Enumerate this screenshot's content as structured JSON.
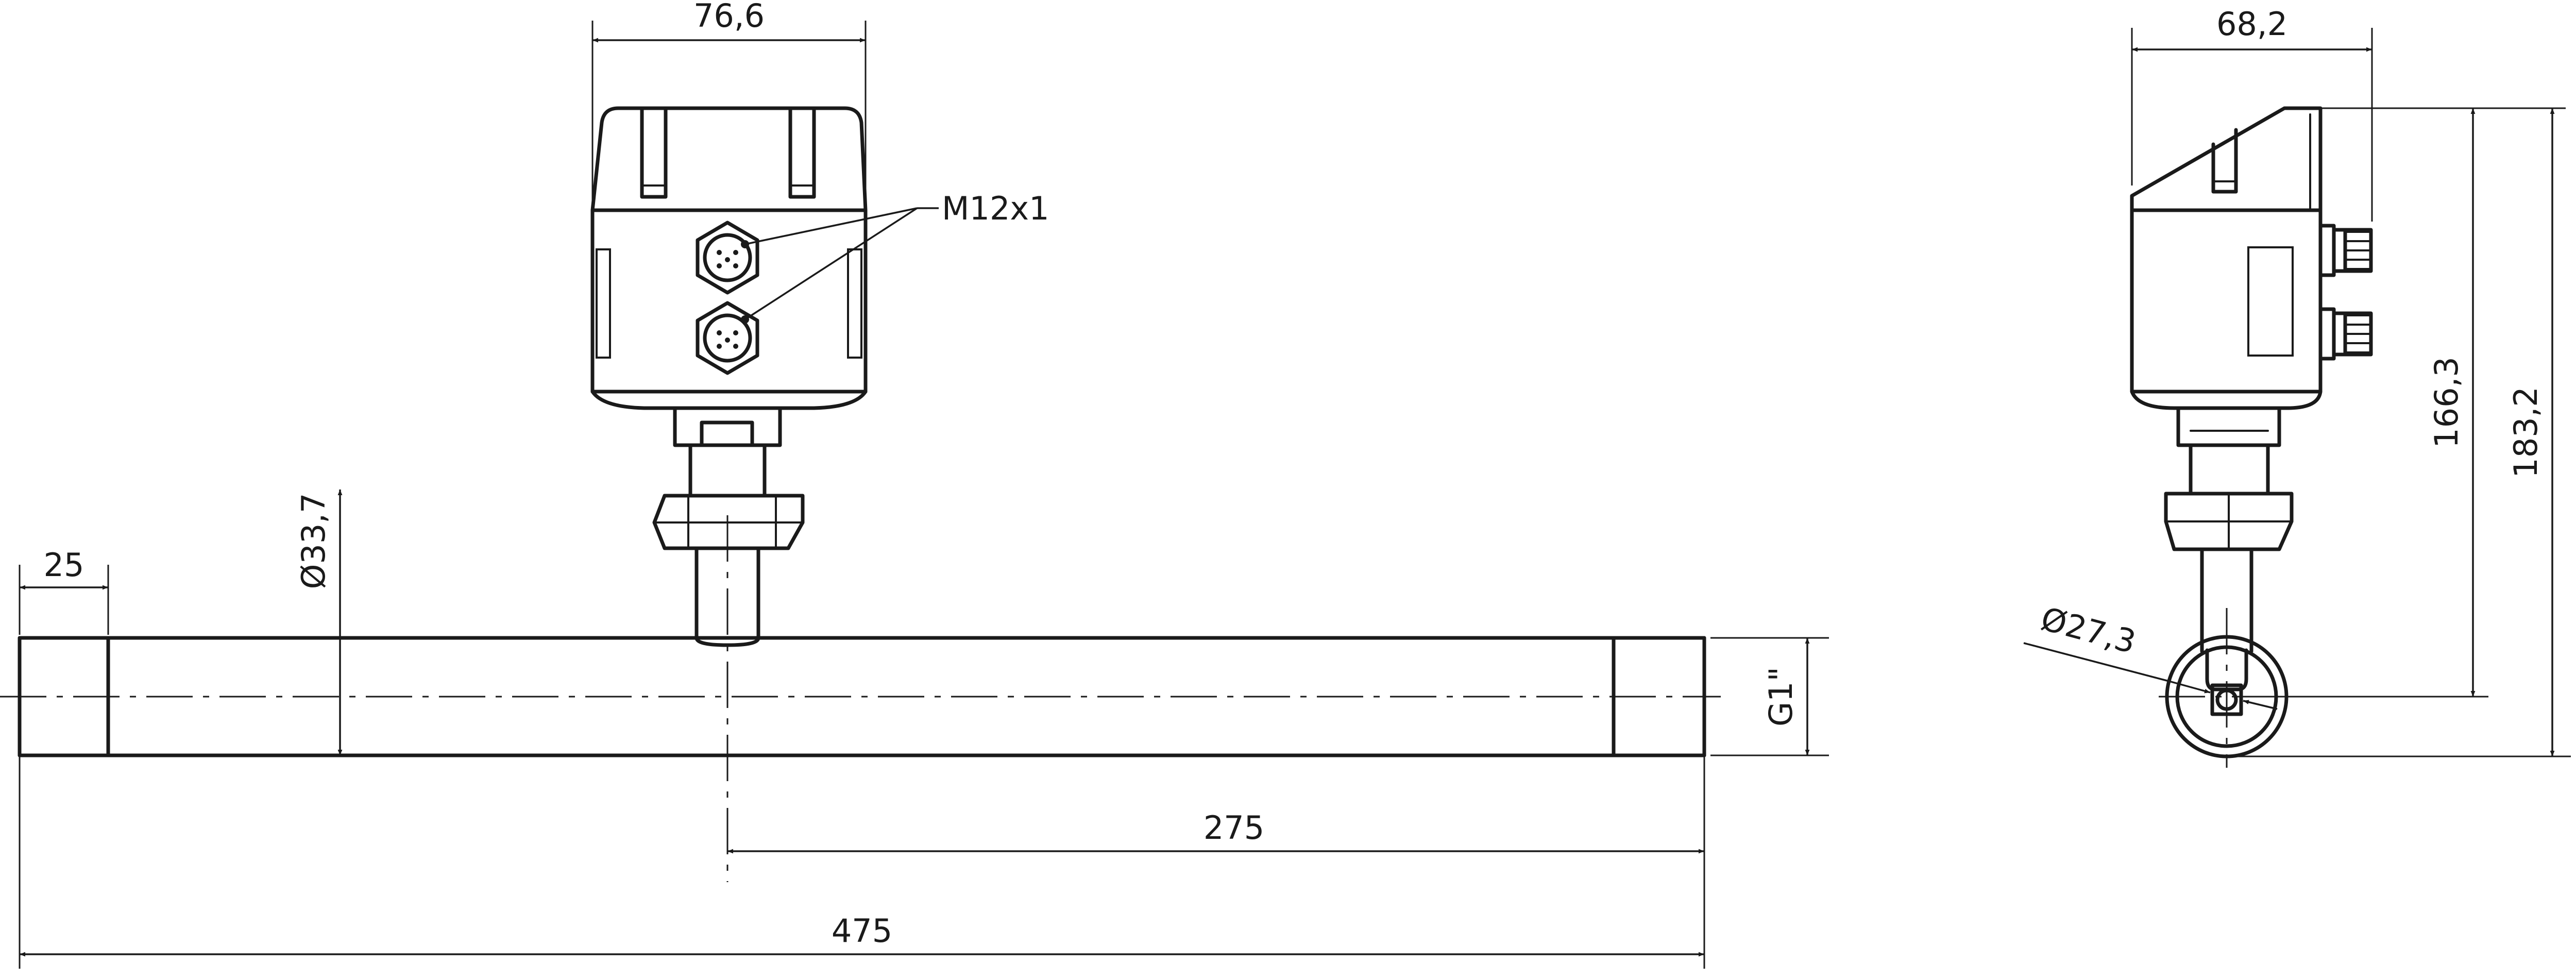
{
  "front_view": {
    "housing_width": "76,6",
    "connector_label": "M12x1",
    "pipe_diameter": "Ø33,7",
    "end_length": "25",
    "thread_label": "G1\"",
    "offset_length": "275",
    "total_length": "475"
  },
  "side_view": {
    "housing_depth": "68,2",
    "sensor_height": "166,3",
    "total_height": "183,2",
    "sensor_diameter": "Ø27,3"
  }
}
